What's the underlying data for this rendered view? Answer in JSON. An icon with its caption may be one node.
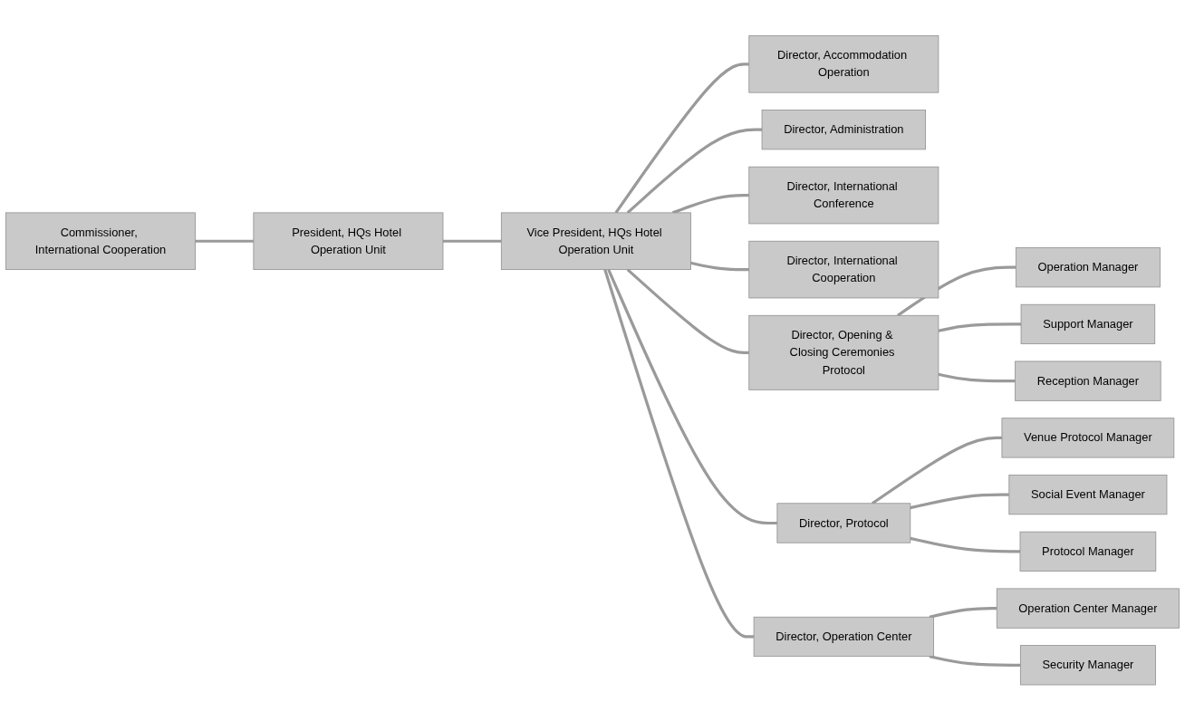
{
  "diagram": {
    "nodes": [
      {
        "text": [
          "Commissioner, International Cooperation"
        ]
      },
      {
        "text": [
          "President, HQs Hotel Operation Unit"
        ]
      },
      {
        "text": [
          "Vice President, HQs Hotel Operation Unit"
        ]
      },
      {
        "text": [
          "Director, Accommodation Operation"
        ]
      },
      {
        "text": [
          "Director, Administration"
        ]
      },
      {
        "text": [
          "Director, International Conference"
        ]
      },
      {
        "text": [
          "Director, International Cooperation"
        ]
      },
      {
        "text": [
          "Director, Opening & Closing Ceremonies Protocol"
        ]
      },
      {
        "text": [
          "Operation Manager"
        ]
      },
      {
        "text": [
          "Support Manager"
        ]
      },
      {
        "text": [
          "Reception Manager"
        ]
      },
      {
        "text": [
          "Director, Protocol"
        ]
      },
      {
        "text": [
          "Venue Protocol Manager"
        ]
      },
      {
        "text": [
          "Social Event Manager"
        ]
      },
      {
        "text": [
          "Protocol Manager"
        ]
      },
      {
        "text": [
          "Director, Operation Center"
        ]
      },
      {
        "text": [
          "Operation Center Manager"
        ]
      },
      {
        "text": [
          "Security Manager"
        ]
      }
    ],
    "edges": [
      {
        "from": 0,
        "to": 1,
        "arrow": "none"
      },
      {
        "from": 1,
        "to": 2,
        "arrow": "none"
      },
      {
        "from": 2,
        "to": 3,
        "arrow": "none"
      },
      {
        "from": 2,
        "to": 4,
        "arrow": "none"
      },
      {
        "from": 2,
        "to": 5,
        "arrow": "none"
      },
      {
        "from": 2,
        "to": 6,
        "arrow": "none"
      },
      {
        "from": 2,
        "to": 7,
        "arrow": "none"
      },
      {
        "from": 7,
        "to": 8,
        "arrow": "none"
      },
      {
        "from": 7,
        "to": 9,
        "arrow": "none"
      },
      {
        "from": 7,
        "to": 10,
        "arrow": "none"
      },
      {
        "from": 2,
        "to": 11,
        "arrow": "none"
      },
      {
        "from": 11,
        "to": 12,
        "arrow": "none"
      },
      {
        "from": 11,
        "to": 13,
        "arrow": "none"
      },
      {
        "from": 11,
        "to": 14,
        "arrow": "none"
      },
      {
        "from": 2,
        "to": 15,
        "arrow": "none"
      },
      {
        "from": 15,
        "to": 16,
        "arrow": "none"
      },
      {
        "from": 15,
        "to": 17,
        "arrow": "none"
      }
    ]
  }
}
